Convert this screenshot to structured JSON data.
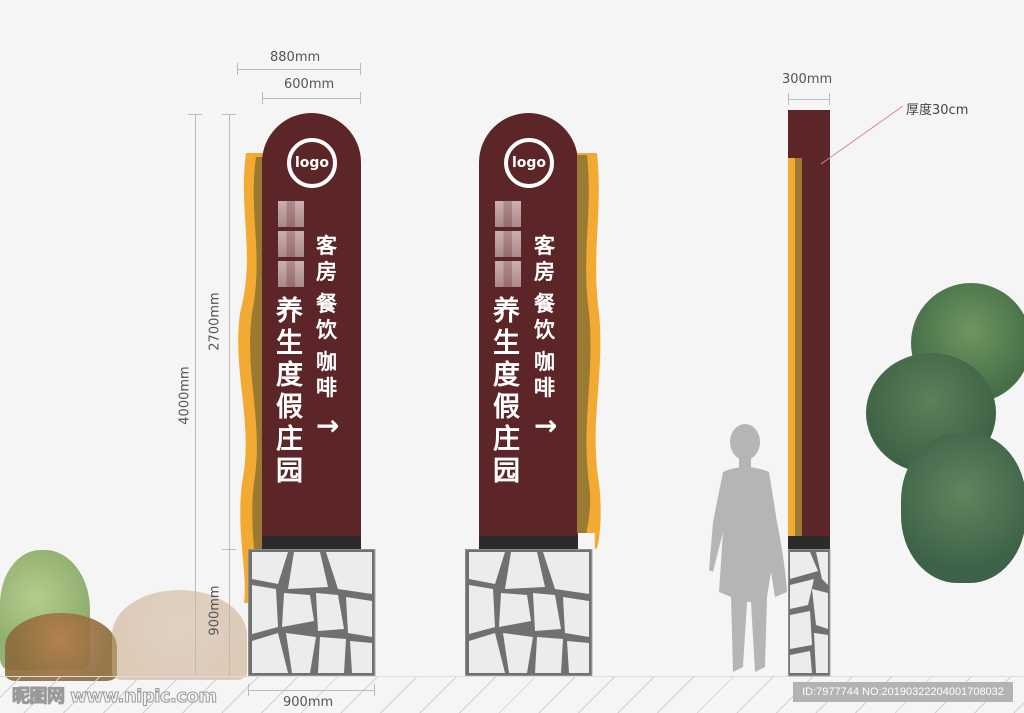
{
  "dimensions": {
    "total_width": "880mm",
    "panel_width": "600mm",
    "total_height": "4000mm",
    "panel_height": "2700mm",
    "base_height": "900mm",
    "base_width": "900mm",
    "side_width": "300mm",
    "thickness_note": "厚度30cm"
  },
  "sign_front": {
    "logo": "logo",
    "name_chars": [
      "养",
      "生",
      "度",
      "假",
      "庄",
      "园"
    ],
    "services": [
      "客房",
      "餐饮",
      "咖啡"
    ],
    "arrow": "→"
  },
  "sign_back": {
    "logo": "logo",
    "name_chars": [
      "养",
      "生",
      "度",
      "假",
      "庄",
      "园"
    ],
    "services": [
      "客房",
      "餐饮",
      "咖啡"
    ],
    "arrow": "→"
  },
  "colors": {
    "panel": "#5c2527",
    "gold": "#f2aa33",
    "bronze": "#9b7a33",
    "cap": "#2b2b2b",
    "stone": "#ececec",
    "stone_grout": "#707070",
    "silhouette": "#b5b5b5"
  },
  "watermark": {
    "site": "昵图网 www.nipic.com",
    "id_text": "ID:7977744 NO:20190322204001708032"
  }
}
